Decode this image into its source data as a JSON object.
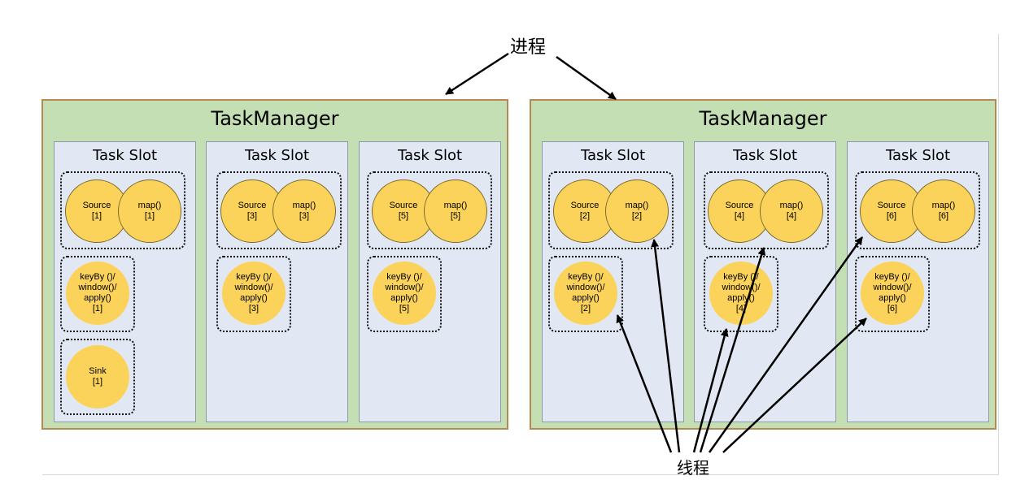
{
  "process_label": "进程",
  "thread_label": "线程",
  "task_managers": [
    {
      "title": "TaskManager",
      "slots": [
        {
          "title": "Task Slot",
          "source": "Source\n[1]",
          "map": "map()\n[1]",
          "window": "keyBy ()/\nwindow()/\napply()\n[1]",
          "sink": "Sink\n[1]"
        },
        {
          "title": "Task Slot",
          "source": "Source\n[3]",
          "map": "map()\n[3]",
          "window": "keyBy ()/\nwindow()/\napply()\n[3]"
        },
        {
          "title": "Task Slot",
          "source": "Source\n[5]",
          "map": "map()\n[5]",
          "window": "keyBy ()/\nwindow()/\napply()\n[5]"
        }
      ]
    },
    {
      "title": "TaskManager",
      "slots": [
        {
          "title": "Task Slot",
          "source": "Source\n[2]",
          "map": "map()\n[2]",
          "window": "keyBy ()/\nwindow()/\napply()\n[2]"
        },
        {
          "title": "Task Slot",
          "source": "Source\n[4]",
          "map": "map()\n[4]",
          "window": "keyBy ()/\nwindow()/\napply()\n[4]"
        },
        {
          "title": "Task Slot",
          "source": "Source\n[6]",
          "map": "map()\n[6]",
          "window": "keyBy ()/\nwindow()/\napply()\n[6]"
        }
      ]
    }
  ],
  "colors": {
    "task_manager_fill": "#c5dfb4",
    "task_manager_border": "#b58a52",
    "slot_fill": "#e1e8f3",
    "operator_fill": "#fbd25a"
  }
}
